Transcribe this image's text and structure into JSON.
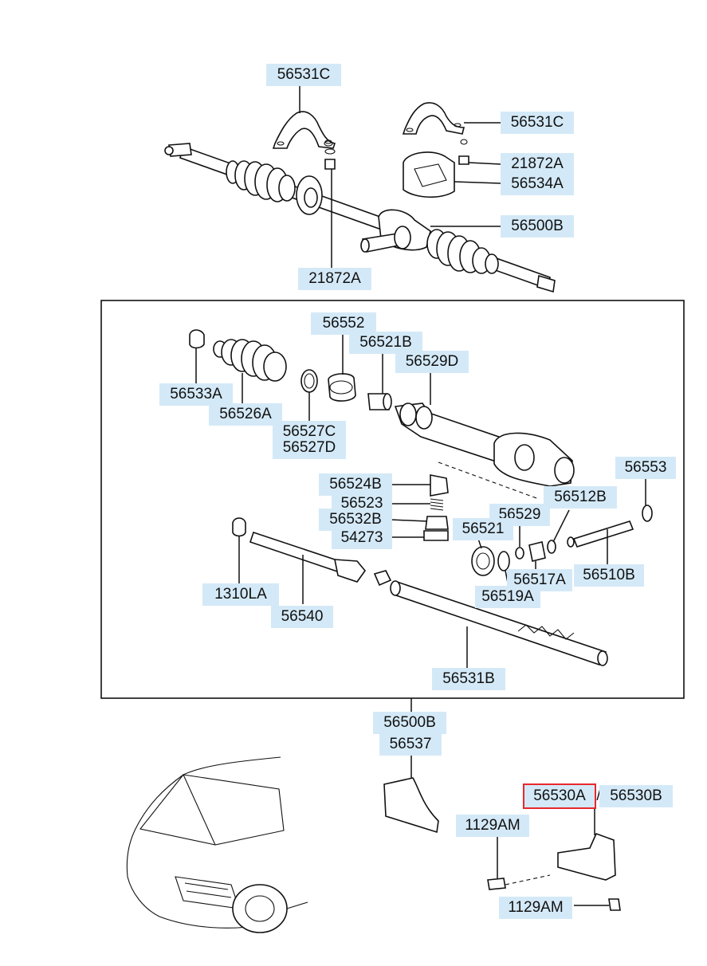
{
  "colors": {
    "label_bg": "#d4e9f7",
    "highlight": "#e8282d",
    "line": "#111111"
  },
  "labels": {
    "l56531c_top": "56531C",
    "l56531c_right": "56531C",
    "l21872a_right": "21872A",
    "l56534a": "56534A",
    "l56500b_top": "56500B",
    "l21872a_bottom": "21872A",
    "l56552": "56552",
    "l56521b": "56521B",
    "l56529d": "56529D",
    "l56533a": "56533A",
    "l56526a": "56526A",
    "l56527c": "56527C",
    "l56527d": "56527D",
    "l56524b": "56524B",
    "l56523": "56523",
    "l56532b": "56532B",
    "l54273": "54273",
    "l56553": "56553",
    "l56512b": "56512B",
    "l56529": "56529",
    "l56521": "56521",
    "l56517a": "56517A",
    "l56510b": "56510B",
    "l56519a": "56519A",
    "l1310la": "1310LA",
    "l56540": "56540",
    "l56531b": "56531B",
    "l56500b_bottom": "56500B",
    "l56537": "56537",
    "l56530a": "56530A",
    "slash": "/",
    "l56530b": "56530B",
    "l1129am_top": "1129AM",
    "l1129am_bottom": "1129AM"
  }
}
